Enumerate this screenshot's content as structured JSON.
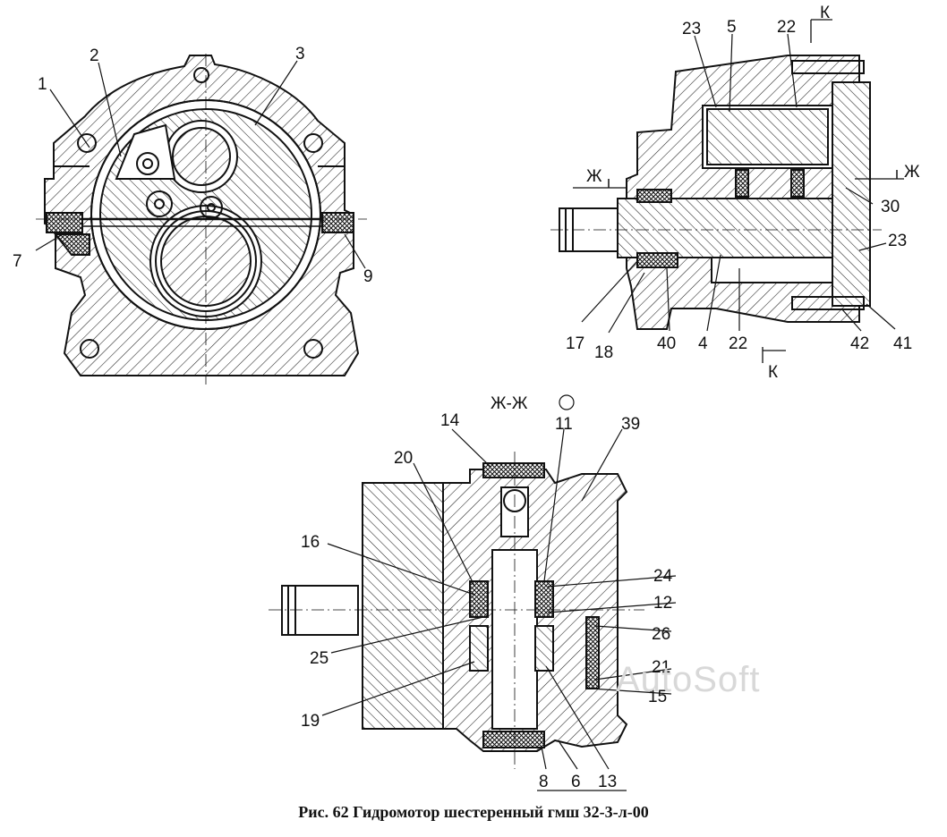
{
  "caption": "Рис. 62 Гидромотор шестеренный  гмш 32-3-л-00",
  "watermark": "AutoSoft",
  "section_marks": {
    "zh_left": "Ж",
    "zh_right": "Ж",
    "k_top": "К",
    "k_bottom": "К",
    "zh_zh_title": "Ж-Ж"
  },
  "callouts": {
    "front_view": [
      "1",
      "2",
      "3",
      "7",
      "9"
    ],
    "side_section": [
      "23",
      "5",
      "22",
      "30",
      "23",
      "17",
      "18",
      "40",
      "4",
      "22",
      "42",
      "41"
    ],
    "section_zh": [
      "14",
      "11",
      "39",
      "20",
      "16",
      "24",
      "12",
      "25",
      "26",
      "21",
      "15",
      "19",
      "8",
      "6",
      "13"
    ]
  }
}
